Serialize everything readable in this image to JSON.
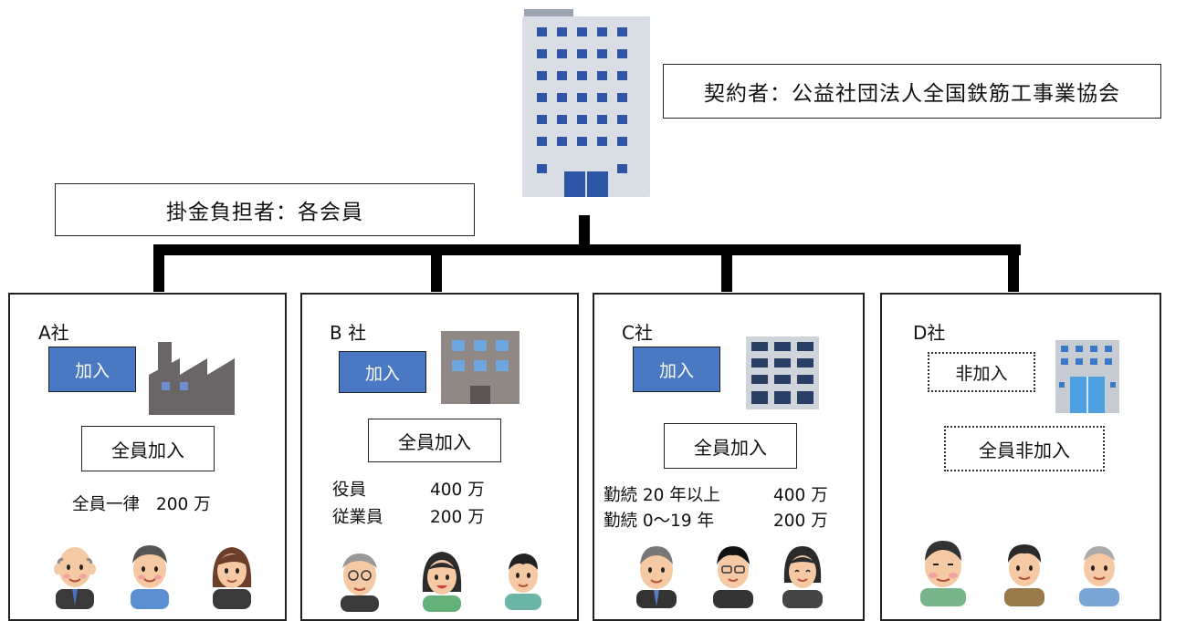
{
  "contractor_label": "契約者：公益社団法人全国鉄筋工事業協会",
  "payer_label": "掛金負担者：各会員",
  "companies": [
    {
      "name": "A社",
      "status": "加入",
      "policy": "全員加入",
      "lines": [
        {
          "left": "全員一律",
          "right": "200 万"
        }
      ]
    },
    {
      "name": "B 社",
      "status": "加入",
      "policy": "全員加入",
      "lines": [
        {
          "left": "役員",
          "right": "400 万"
        },
        {
          "left": "従業員",
          "right": "200 万"
        }
      ]
    },
    {
      "name": "C社",
      "status": "加入",
      "policy": "全員加入",
      "lines": [
        {
          "left": "勤続 20 年以上",
          "right": "400 万"
        },
        {
          "left": "勤続 0～19 年",
          "right": "200 万"
        }
      ]
    },
    {
      "name": "D社",
      "status": "非加入",
      "policy": "全員非加入",
      "lines": []
    }
  ],
  "icons": {
    "hq": "office-tower-icon",
    "a": "factory-icon",
    "b": "small-building-icon",
    "c": "apartment-building-icon",
    "d": "glass-office-icon"
  },
  "colors": {
    "joined": "#4a78c2",
    "tree_line": "#000000"
  }
}
